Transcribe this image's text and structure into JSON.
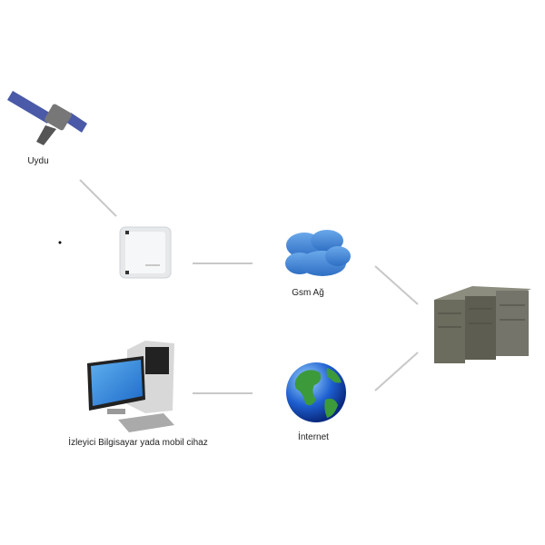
{
  "nodes": {
    "satellite": {
      "label": "Uydu",
      "icon": "satellite-icon"
    },
    "tracker": {
      "icon": "gps-tracker-device-icon"
    },
    "gsm": {
      "label": "Gsm Ağ",
      "icon": "cloud-icon"
    },
    "server": {
      "icon": "server-rack-icon"
    },
    "internet": {
      "label": "İnternet",
      "icon": "globe-icon"
    },
    "client": {
      "label": "İzleyici Bilgisayar yada mobil cihaz",
      "icon": "desktop-computer-icon"
    }
  },
  "colors": {
    "line": "#c8c8c8",
    "cloud": "#3b7fd0",
    "screen": "#2f7fd8",
    "server": "#6b6b5e"
  }
}
